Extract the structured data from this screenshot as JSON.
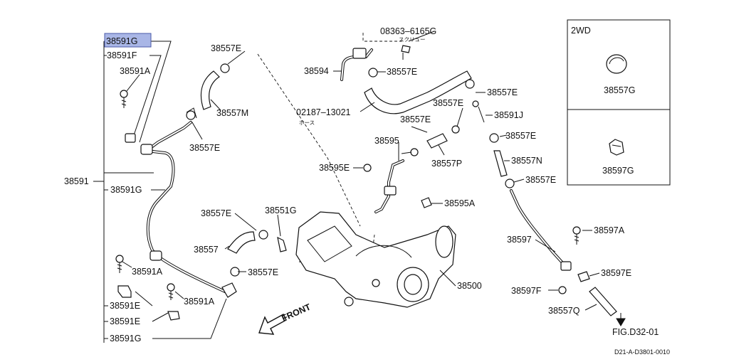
{
  "labels": {
    "part_38591G_highlight": "38591G",
    "part_38591F": "38591F",
    "part_38591A_top": "38591A",
    "part_38591": "38591",
    "part_38591G_mid": "38591G",
    "part_38591A_mid": "38591A",
    "part_38591E_1": "38591E",
    "part_38591A_low": "38591A",
    "part_38591E_2": "38591E",
    "part_38591G_bottom": "38591G",
    "part_38557E_a": "38557E",
    "part_38557M": "38557M",
    "part_38557E_b": "38557E",
    "part_38557E_c": "38557E",
    "part_38557": "38557",
    "part_38551G": "38551G",
    "part_38557E_d": "38557E",
    "part_08363": "08363–6165G",
    "part_08363_sub": "スクリュー",
    "part_38594": "38594",
    "part_38557E_e": "38557E",
    "part_02187": "02187–13021",
    "part_02187_sub": "ホース",
    "part_38557E_f": "38557E",
    "part_38595": "38595",
    "part_38595E": "38595E",
    "part_38595A": "38595A",
    "part_38557E_g": "38557E",
    "part_38591J": "38591J",
    "part_38557P": "38557P",
    "part_38557E_h": "38557E",
    "part_38557E_i": "38557E",
    "part_38557N": "38557N",
    "part_38557E_j": "38557E",
    "part_38500": "38500",
    "part_38597": "38597",
    "part_38597A": "38597A",
    "part_38597E": "38597E",
    "part_38597F": "38597F",
    "part_38557Q": "38557Q",
    "front": "FRONT",
    "fig_ref": "FIG.D32-01",
    "inset_title": "2WD",
    "inset_38557G": "38557G",
    "inset_38597G": "38597G",
    "diagram_code": "D21-A-D3801-0010"
  },
  "colors": {
    "highlight_fill": "#a9b6e6",
    "highlight_border": "#4a5aa8",
    "line": "#111111"
  }
}
